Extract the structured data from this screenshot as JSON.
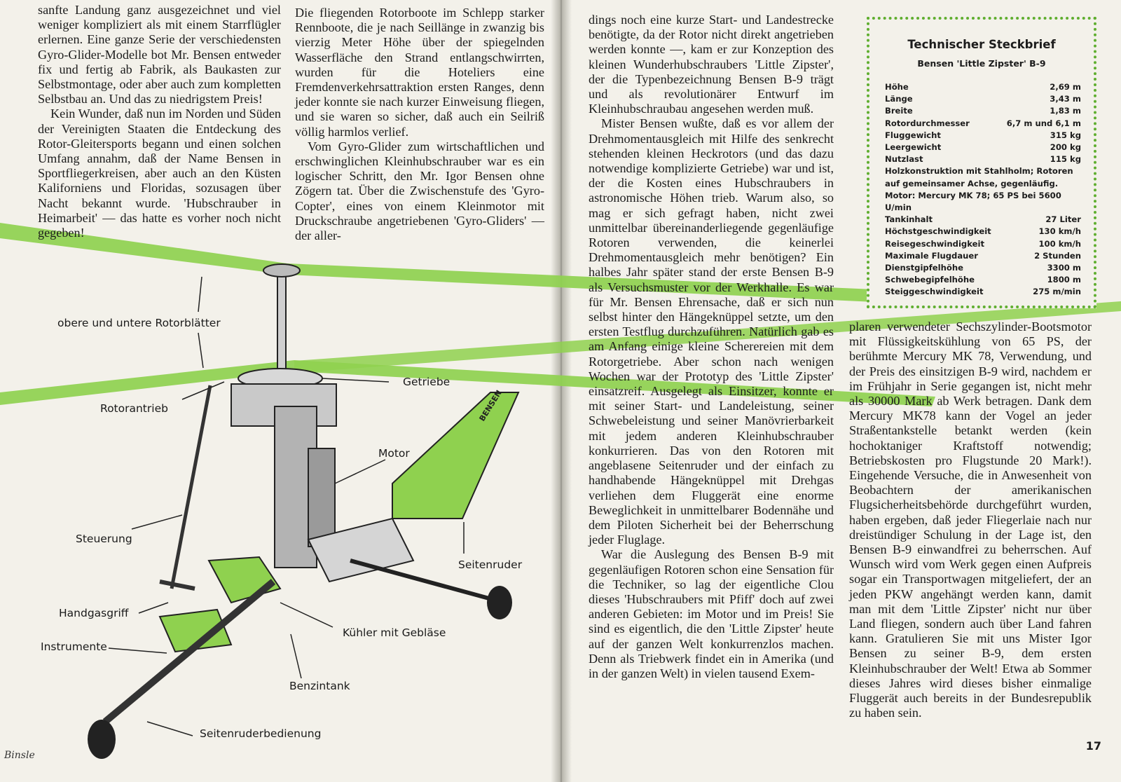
{
  "col1": [
    "sanfte Landung ganz ausgezeichnet und viel weniger kompliziert als mit einem Starrflügler erlernen. Eine ganze Serie der verschiedensten Gyro-Glider-Modelle bot Mr. Bensen entweder fix und fertig ab Fabrik, als Baukasten zur Selbstmontage, oder aber auch zum kompletten Selbstbau an. Und das zu niedrigstem Preis!",
    "Kein Wunder, daß nun im Norden und Süden der Vereinigten Staaten die Entdeckung des Rotor-Gleitersports begann und einen solchen Umfang annahm, daß der Name Bensen in Sportfliegerkreisen, aber auch an den Küsten Kaliforniens und Floridas, sozusagen über Nacht bekannt wurde. 'Hubschrauber in Heimarbeit' — das hatte es vorher noch nicht gegeben!"
  ],
  "col2": [
    "Die fliegenden Rotorboote im Schlepp starker Rennboote, die je nach Seillänge in zwanzig bis vierzig Meter Höhe über der spiegelnden Wasserfläche den Strand entlangschwirrten, wurden für die Hoteliers eine Fremdenverkehrsattraktion ersten Ranges, denn jeder konnte sie nach kurzer Einweisung fliegen, und sie waren so sicher, daß auch ein Seilriß völlig harmlos verlief.",
    "Vom Gyro-Glider zum wirtschaftlichen und erschwinglichen Kleinhubschrauber war es ein logischer Schritt, den Mr. Igor Bensen ohne Zögern tat. Über die Zwischenstufe des 'Gyro-Copter', eines von einem Kleinmotor mit Druckschraube angetriebenen 'Gyro-Gliders' — der aller-"
  ],
  "col3": [
    "dings noch eine kurze Start- und Landestrecke benötigte, da der Rotor nicht direkt angetrieben werden konnte —, kam er zur Konzeption des kleinen Wunderhubschraubers 'Little Zipster', der die Typenbezeichnung Bensen B-9 trägt und als revolutionärer Entwurf im Kleinhubschraubau angesehen werden muß.",
    "Mister Bensen wußte, daß es vor allem der Drehmomentausgleich mit Hilfe des senkrecht stehenden kleinen Heckrotors (und das dazu notwendige komplizierte Getriebe) war und ist, der die Kosten eines Hubschraubers in astronomische Höhen trieb. Warum also, so mag er sich gefragt haben, nicht zwei unmittelbar übereinanderliegende gegenläufige Rotoren verwenden, die keinerlei Drehmomentausgleich mehr benötigen? Ein halbes Jahr später stand der erste Bensen B-9 als Versuchsmuster vor der Werkhalle. Es war für Mr. Bensen Ehrensache, daß er sich nun selbst hinter den Hängeknüppel setzte, um den ersten Testflug durchzuführen. Natürlich gab es am Anfang einige kleine Scherereien mit dem Rotorgetriebe. Aber schon nach wenigen Wochen war der Prototyp des 'Little Zipster' einsatzreif. Ausgelegt als Einsitzer, konnte er mit seiner Start- und Landeleistung, seiner Schwebeleistung und seiner Manövrierbarkeit mit jedem anderen Kleinhubschrauber konkurrieren. Das von den Rotoren mit angeblasene Seitenruder und der einfach zu handhabende Hängeknüppel mit Drehgas verliehen dem Fluggerät eine enorme Beweglichkeit in unmittelbarer Bodennähe und dem Piloten Sicherheit bei der Beherrschung jeder Fluglage.",
    "War die Auslegung des Bensen B-9 mit gegenläufigen Rotoren schon eine Sensation für die Techniker, so lag der eigentliche Clou dieses 'Hubschraubers mit Pfiff' doch auf zwei anderen Gebieten: im Motor und im Preis! Sie sind es eigentlich, die den 'Little Zipster' heute auf der ganzen Welt konkurrenzlos machen. Denn als Triebwerk findet ein in Amerika (und in der ganzen Welt) in vielen tausend Exem-"
  ],
  "col4": [
    "plaren verwendeter Sechszylinder-Bootsmotor mit Flüssigkeitskühlung von 65 PS, der berühmte Mercury MK 78, Verwendung, und der Preis des einsitzigen B-9 wird, nachdem er im Frühjahr in Serie gegangen ist, nicht mehr als 30000 Mark ab Werk betragen. Dank dem Mercury MK78 kann der Vogel an jeder Straßentankstelle betankt werden (kein hochoktaniger Kraftstoff notwendig; Betriebskosten pro Flugstunde 20 Mark!). Eingehende Versuche, die in Anwesenheit von Beobachtern der amerikanischen Flugsicherheitsbehörde durchgeführt wurden, haben ergeben, daß jeder Fliegerlaie nach nur dreistündiger Schulung in der Lage ist, den Bensen B-9 einwandfrei zu beherrschen. Auf Wunsch wird vom Werk gegen einen Aufpreis sogar ein Transportwagen mitgeliefert, der an jeden PKW angehängt werden kann, damit man mit dem 'Little Zipster' nicht nur über Land fliegen, sondern auch über Land fahren kann. Gratulieren Sie mit uns Mister Igor Bensen zu seiner B-9, dem ersten Kleinhubschrauber der Welt! Etwa ab Sommer dieses Jahres wird dieses bisher einmalige Fluggerät auch bereits in der Bundesrepublik zu haben sein."
  ],
  "spec": {
    "title": "Technischer Steckbrief",
    "subtitle": "Bensen 'Little Zipster' B-9",
    "rows": [
      [
        "Höhe",
        "2,69 m"
      ],
      [
        "Länge",
        "3,43 m"
      ],
      [
        "Breite",
        "1,83 m"
      ],
      [
        "Rotordurchmesser",
        "6,7 m und 6,1 m"
      ],
      [
        "Fluggewicht",
        "315 kg"
      ],
      [
        "Leergewicht",
        "200 kg"
      ],
      [
        "Nutzlast",
        "115 kg"
      ]
    ],
    "note1": "Holzkonstruktion mit Stahlholm; Rotoren auf gemeinsamer Achse, gegenläufig.",
    "note2": "Motor: Mercury MK 78; 65 PS bei 5600 U/min",
    "rows2": [
      [
        "Tankinhalt",
        "27 Liter"
      ],
      [
        "Höchstgeschwindigkeit",
        "130 km/h"
      ],
      [
        "Reisegeschwindigkeit",
        "100 km/h"
      ],
      [
        "Maximale Flugdauer",
        "2 Stunden"
      ],
      [
        "Dienstgipfelhöhe",
        "3300 m"
      ],
      [
        "Schwebegipfelhöhe",
        "1800 m"
      ],
      [
        "Steiggeschwindigkeit",
        "275 m/min"
      ]
    ]
  },
  "labels": {
    "rotor_blades": "obere und untere Rotorblätter",
    "getriebe": "Getriebe",
    "rotorantrieb": "Rotorantrieb",
    "motor": "Motor",
    "steuerung": "Steuerung",
    "seitenruder": "Seitenruder",
    "handgasgriff": "Handgasgriff",
    "kuehler": "Kühler mit Gebläse",
    "instrumente": "Instrumente",
    "benzintank": "Benzintank",
    "seitenruderbedienung": "Seitenruderbedienung",
    "tail_logo": "BENSEN"
  },
  "page_number": "17",
  "signature": "Binsle",
  "colors": {
    "accent_green": "#8fd14f",
    "rotor_green": "#7fce3c"
  }
}
